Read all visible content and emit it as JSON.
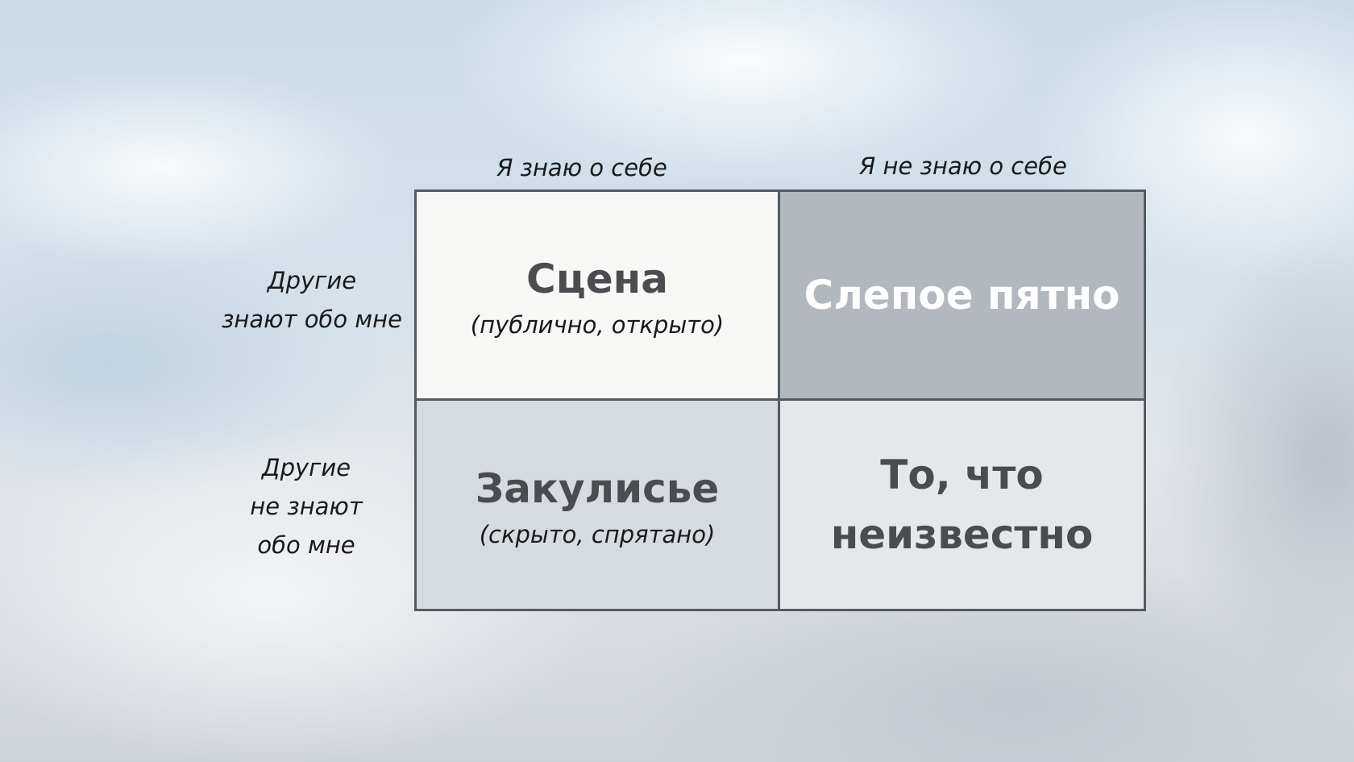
{
  "columns": {
    "known_to_self": "Я знаю о себе",
    "unknown_to_self": "Я не знаю о себе"
  },
  "rows": {
    "known_to_others": [
      "Другие",
      "знают обо мне"
    ],
    "unknown_to_others": [
      "Другие",
      "не знают",
      "обо мне"
    ]
  },
  "cells": {
    "open": {
      "title": "Сцена",
      "subtitle": "(публично, открыто)"
    },
    "blind": {
      "title": "Слепое пятно"
    },
    "hidden": {
      "title": "Закулисье",
      "subtitle": "(скрыто, спрятано)"
    },
    "unknown": {
      "title_lines": [
        "То, что",
        "неизвестно"
      ]
    }
  },
  "colors": {
    "grid_border": "#555a60",
    "open_fill": "#f7f7f6",
    "blind_fill": "#b3b8bf",
    "hidden_fill": "#d5dbe1",
    "unknown_fill": "#e5e8eb",
    "title_text": "#4a4c4f",
    "blind_title_text": "#ffffff"
  }
}
